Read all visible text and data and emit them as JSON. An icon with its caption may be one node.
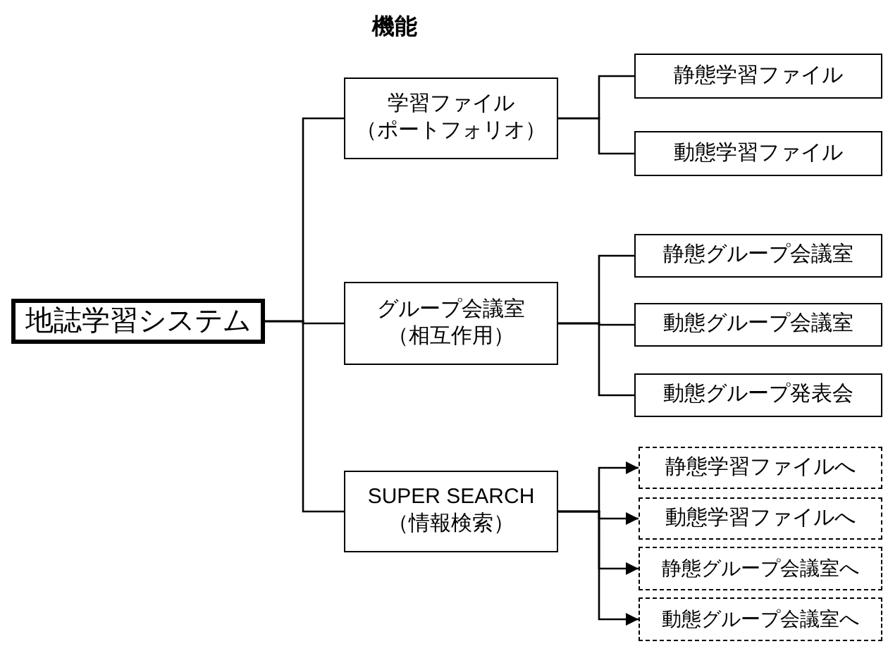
{
  "diagram": {
    "title": "機能",
    "nodes": [
      {
        "text": [
          "地誌学習システム"
        ]
      },
      {
        "text": [
          "学習ファイル",
          "（ポートフォリオ）"
        ]
      },
      {
        "text": [
          "静態学習ファイル"
        ]
      },
      {
        "text": [
          "動態学習ファイル"
        ]
      },
      {
        "text": [
          "グループ会議室",
          "（相互作用）"
        ]
      },
      {
        "text": [
          "静態グループ会議室"
        ]
      },
      {
        "text": [
          "動態グループ会議室"
        ]
      },
      {
        "text": [
          "動態グループ発表会"
        ]
      },
      {
        "text": [
          "SUPER SEARCH",
          "（情報検索）"
        ]
      },
      {
        "text": [
          "静態学習ファイルへ"
        ]
      },
      {
        "text": [
          "動態学習ファイルへ"
        ]
      },
      {
        "text": [
          "静態グループ会議室へ"
        ]
      },
      {
        "text": [
          "動態グループ会議室へ"
        ]
      }
    ],
    "edges": [
      {
        "from": 0,
        "to": 1,
        "arrow": "none"
      },
      {
        "from": 0,
        "to": 4,
        "arrow": "none"
      },
      {
        "from": 0,
        "to": 8,
        "arrow": "none"
      },
      {
        "from": 1,
        "to": 2,
        "arrow": "none"
      },
      {
        "from": 1,
        "to": 3,
        "arrow": "none"
      },
      {
        "from": 4,
        "to": 5,
        "arrow": "none"
      },
      {
        "from": 4,
        "to": 6,
        "arrow": "none"
      },
      {
        "from": 4,
        "to": 7,
        "arrow": "none"
      },
      {
        "from": 8,
        "to": 9,
        "arrow": "to"
      },
      {
        "from": 8,
        "to": 10,
        "arrow": "to"
      },
      {
        "from": 8,
        "to": 11,
        "arrow": "to"
      },
      {
        "from": 8,
        "to": 12,
        "arrow": "to"
      }
    ]
  }
}
